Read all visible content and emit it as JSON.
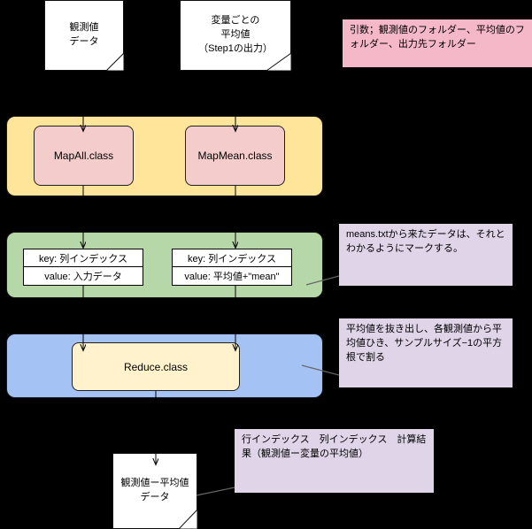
{
  "diagram": {
    "notes": [
      {
        "id": "obs-data-note",
        "text": "観測値\nデータ"
      },
      {
        "id": "mean-data-note",
        "text": "変量ごとの\n平均値\n（Step1の出力）"
      },
      {
        "id": "output-data-note",
        "text": "観測値ー平均値\nデータ"
      }
    ],
    "callouts": [
      {
        "id": "args-callout",
        "color": "#f5b8c8",
        "text": "引数；観測値のフォルダー、平均値のフォルダー、出力先フォルダー"
      },
      {
        "id": "mark-callout",
        "color": "#e0d4e8",
        "text": "means.txtから来たデータは、それとわかるようにマークする。"
      },
      {
        "id": "reduce-callout",
        "color": "#e0d4e8",
        "text": "平均値を抜き出し、各観測値から平均値ひき、サンプルサイズ−1の平方根で割る"
      },
      {
        "id": "result-callout",
        "color": "#e0d4e8",
        "text": "行インデックス　列インデックス　計算結果（観測値ー変量の平均値）"
      }
    ],
    "bands": [
      {
        "id": "map-band",
        "color": "#ffe599"
      },
      {
        "id": "kv-band",
        "color": "#b6d7a8"
      },
      {
        "id": "reduce-band",
        "color": "#a4c2f4"
      }
    ],
    "classes": [
      {
        "id": "map-all-class",
        "label": "MapAll.class",
        "color": "#f4cccc"
      },
      {
        "id": "map-mean-class",
        "label": "MapMean.class",
        "color": "#f4cccc"
      },
      {
        "id": "reduce-class",
        "label": "Reduce.class",
        "color": "#fff2cc"
      }
    ],
    "keyvalues": [
      {
        "id": "kv-all",
        "key": "key: 列インデックス",
        "value": "value: 入力データ"
      },
      {
        "id": "kv-mean",
        "key": "key: 列インデックス",
        "value": "value: 平均値+\"mean\""
      }
    ]
  }
}
